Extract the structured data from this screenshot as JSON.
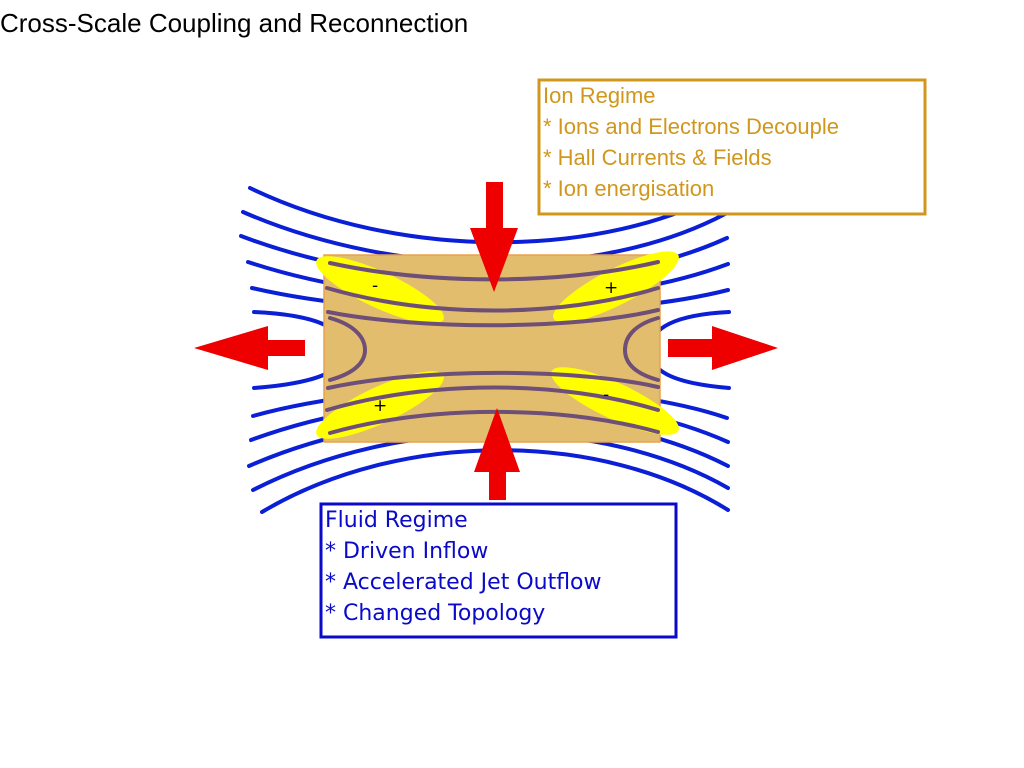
{
  "title": "Cross-Scale Coupling and Reconnection",
  "colors": {
    "field_lines": "#0a1fd6",
    "inner_field_lines": "#6e4f77",
    "diffusion_region": "#e3bd6e",
    "current_sheets": "#ffff00",
    "flow_arrows": "#ee0000",
    "ion_box": "#d1971c",
    "fluid_box": "#0a0ac8"
  },
  "ion_regime": {
    "heading": "Ion Regime",
    "items": [
      "* Ions and Electrons Decouple",
      "* Hall Currents & Fields",
      "* Ion energisation"
    ]
  },
  "fluid_regime": {
    "heading": "Fluid Regime",
    "items": [
      "* Driven Inflow",
      "* Accelerated Jet Outflow",
      "* Changed Topology"
    ]
  },
  "current_sheet_signs": {
    "top_left": "-",
    "top_right": "+",
    "bottom_left": "+",
    "bottom_right": "-"
  },
  "icons": {
    "inflow_top": "arrow-down-icon",
    "inflow_bottom": "arrow-up-icon",
    "outflow_left": "arrow-left-icon",
    "outflow_right": "arrow-right-icon"
  }
}
